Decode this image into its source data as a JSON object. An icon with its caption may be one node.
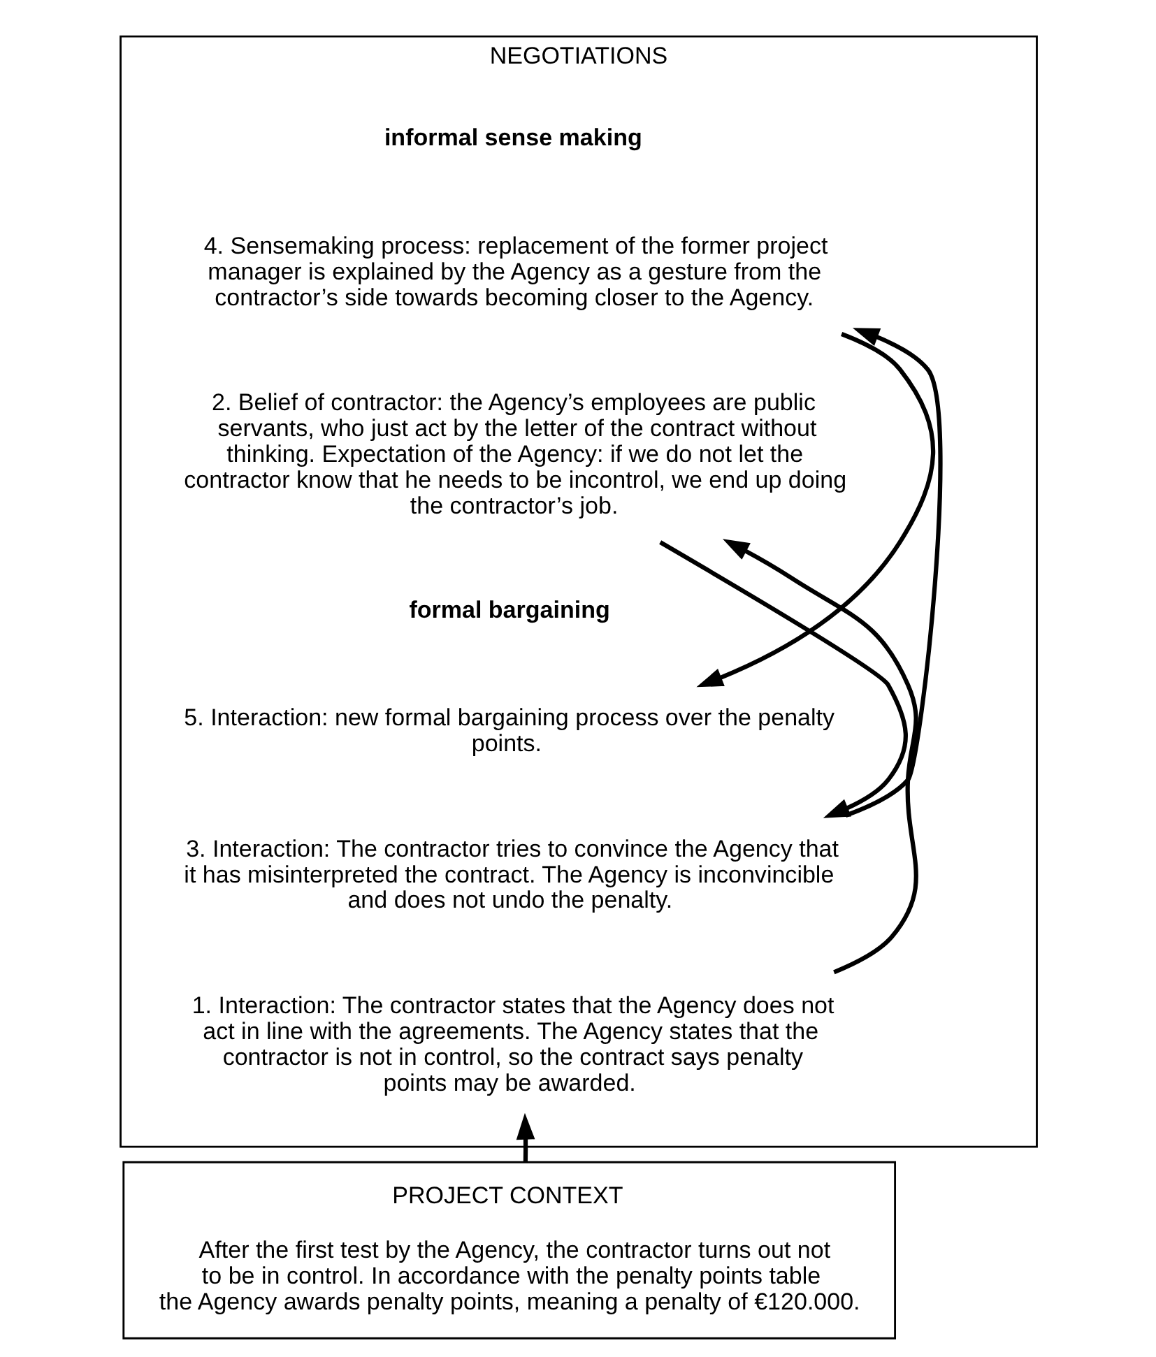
{
  "diagram": {
    "nodes": [
      {
        "text": [
          "NEGOTIATIONS"
        ]
      },
      {
        "text": [
          "informal sense making"
        ],
        "in": 0
      },
      {
        "text": [
          "4. Sensemaking process: replacement of the former project manager is explained by the Agency as a gesture from the contractor’s side towards becoming closer to the Agency."
        ],
        "in": 0
      },
      {
        "text": [
          "2. Belief of contractor: the Agency’s employees are public servants, who just act by the letter of the contract without thinking. Expectation of the Agency: if we do not let the contractor know that he needs to be incontrol, we end up doing the contractor’s job."
        ],
        "in": 0
      },
      {
        "text": [
          "formal bargaining"
        ],
        "in": 0
      },
      {
        "text": [
          "5. Interaction: new formal bargaining process over the penalty points."
        ],
        "in": 0
      },
      {
        "text": [
          "3. Interaction: The contractor tries to convince the Agency that it has misinterpreted the contract. The Agency is inconvincible and does not undo the penalty."
        ],
        "in": 0
      },
      {
        "text": [
          "1. Interaction: The contractor states that the Agency does not act in line with the agreements. The Agency states that the contractor is not in control, so the contract says penalty points may be awarded."
        ],
        "in": 0
      },
      {
        "text": [
          "PROJECT CONTEXT",
          "After the first test by the Agency, the contractor turns out not to be in control. In accordance with the penalty points table the Agency awards penalty points, meaning a penalty of €120.000."
        ]
      }
    ],
    "edges": [
      {
        "from": 8,
        "to": 7,
        "arrow": "to"
      },
      {
        "from": 7,
        "to": 3,
        "arrow": "to"
      },
      {
        "from": 3,
        "to": 6,
        "arrow": "to"
      },
      {
        "from": 6,
        "to": 2,
        "arrow": "to"
      },
      {
        "from": 2,
        "to": 5,
        "arrow": "to"
      }
    ]
  }
}
